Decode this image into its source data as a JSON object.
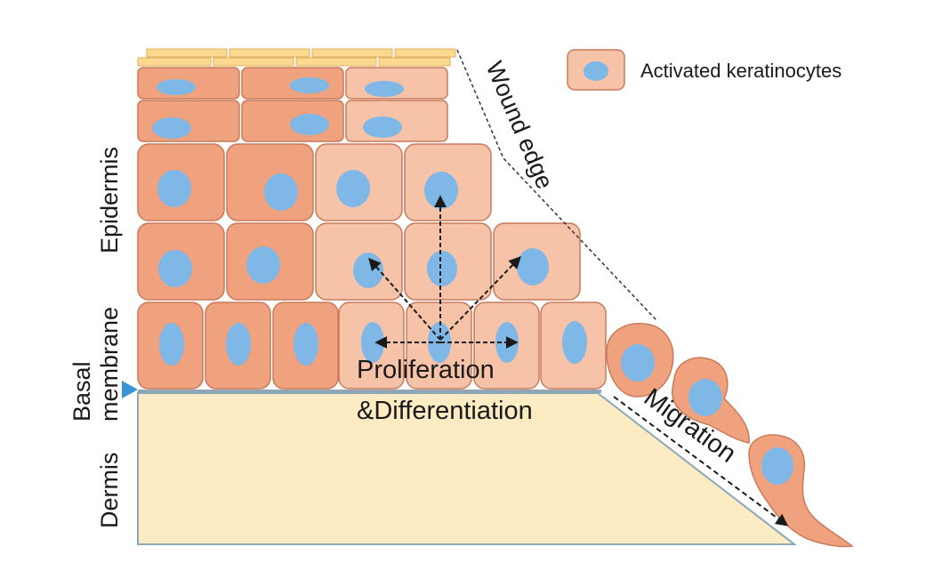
{
  "labels": {
    "epidermis": "Epidermis",
    "basal_line1": "Basal",
    "basal_line2": "membrane",
    "dermis": "Dermis",
    "wound_edge": "Wound edge",
    "proliferation": "Proliferation",
    "differentiation": "&Differentiation",
    "migration": "Migration"
  },
  "legend": {
    "label": "Activated keratinocytes"
  },
  "colors": {
    "cell_normal": "#f0a27e",
    "cell_activated": "#f6c3a8",
    "cell_border": "#c87a5a",
    "nucleus": "#7fb7e6",
    "dermis": "#fcebc3",
    "stratum_corneum": "#fcd98f",
    "membrane": "#8fa6b4",
    "basal_marker": "#3a93d6"
  }
}
